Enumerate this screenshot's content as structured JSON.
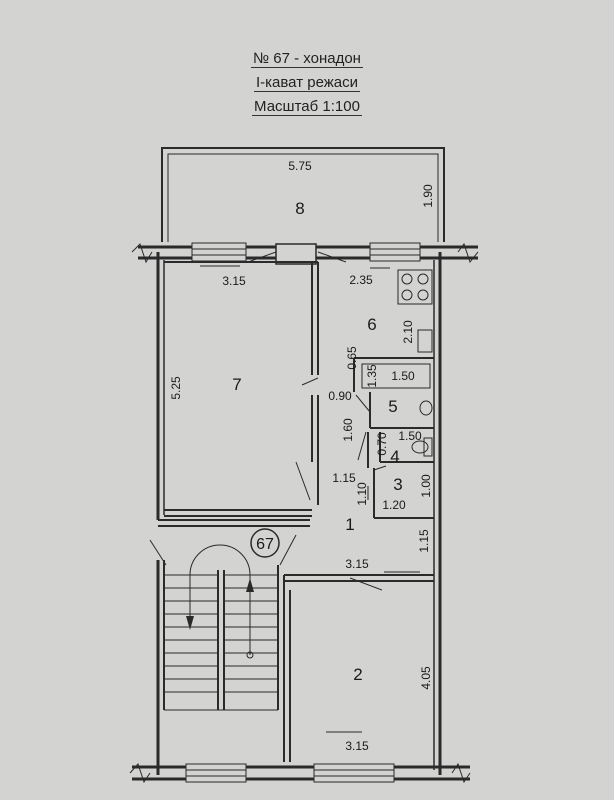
{
  "header": {
    "line1": "№ 67 - хонадон",
    "line2": "I-кават режаси",
    "line3": "Масштаб 1:100"
  },
  "rooms": {
    "r1": "1",
    "r2": "2",
    "r3": "3",
    "r4": "4",
    "r5": "5",
    "r6": "6",
    "r7": "7",
    "r8": "8"
  },
  "apartment_number": "67",
  "dimensions": {
    "balcony_width": "5.75",
    "balcony_depth": "1.90",
    "room7_width": "3.15",
    "room7_length": "5.25",
    "kitchen_width": "2.35",
    "kitchen_length": "2.10",
    "bath_w": "0.65",
    "bath_len": "1.35",
    "bath_len2": "1.50",
    "corridor_a": "0.90",
    "wc_depth": "1.60",
    "wc_w": "0.70",
    "wc_len": "1.50",
    "hall_a": "1.15",
    "room3_a": "1.10",
    "room3_b": "1.00",
    "room3_w": "1.20",
    "hall_b": "1.15",
    "room2_top": "3.15",
    "room2_len": "4.05",
    "room2_bottom": "3.15"
  }
}
